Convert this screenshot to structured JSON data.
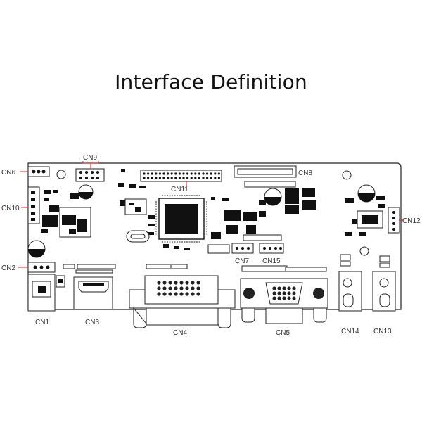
{
  "title": "Interface Definition",
  "colors": {
    "board_outline": "#222222",
    "callout_line": "#e02020",
    "chip_fill": "#111111",
    "label_text": "#333333"
  },
  "labels": {
    "cn1": "CN1",
    "cn2": "CN2",
    "cn3": "CN3",
    "cn4": "CN4",
    "cn5": "CN5",
    "cn6": "CN6",
    "cn7": "CN7",
    "cn8": "CN8",
    "cn9": "CN9",
    "cn10": "CN10",
    "cn11": "CN11",
    "cn12": "CN12",
    "cn13": "CN13",
    "cn14": "CN14",
    "cn15": "CN15"
  }
}
